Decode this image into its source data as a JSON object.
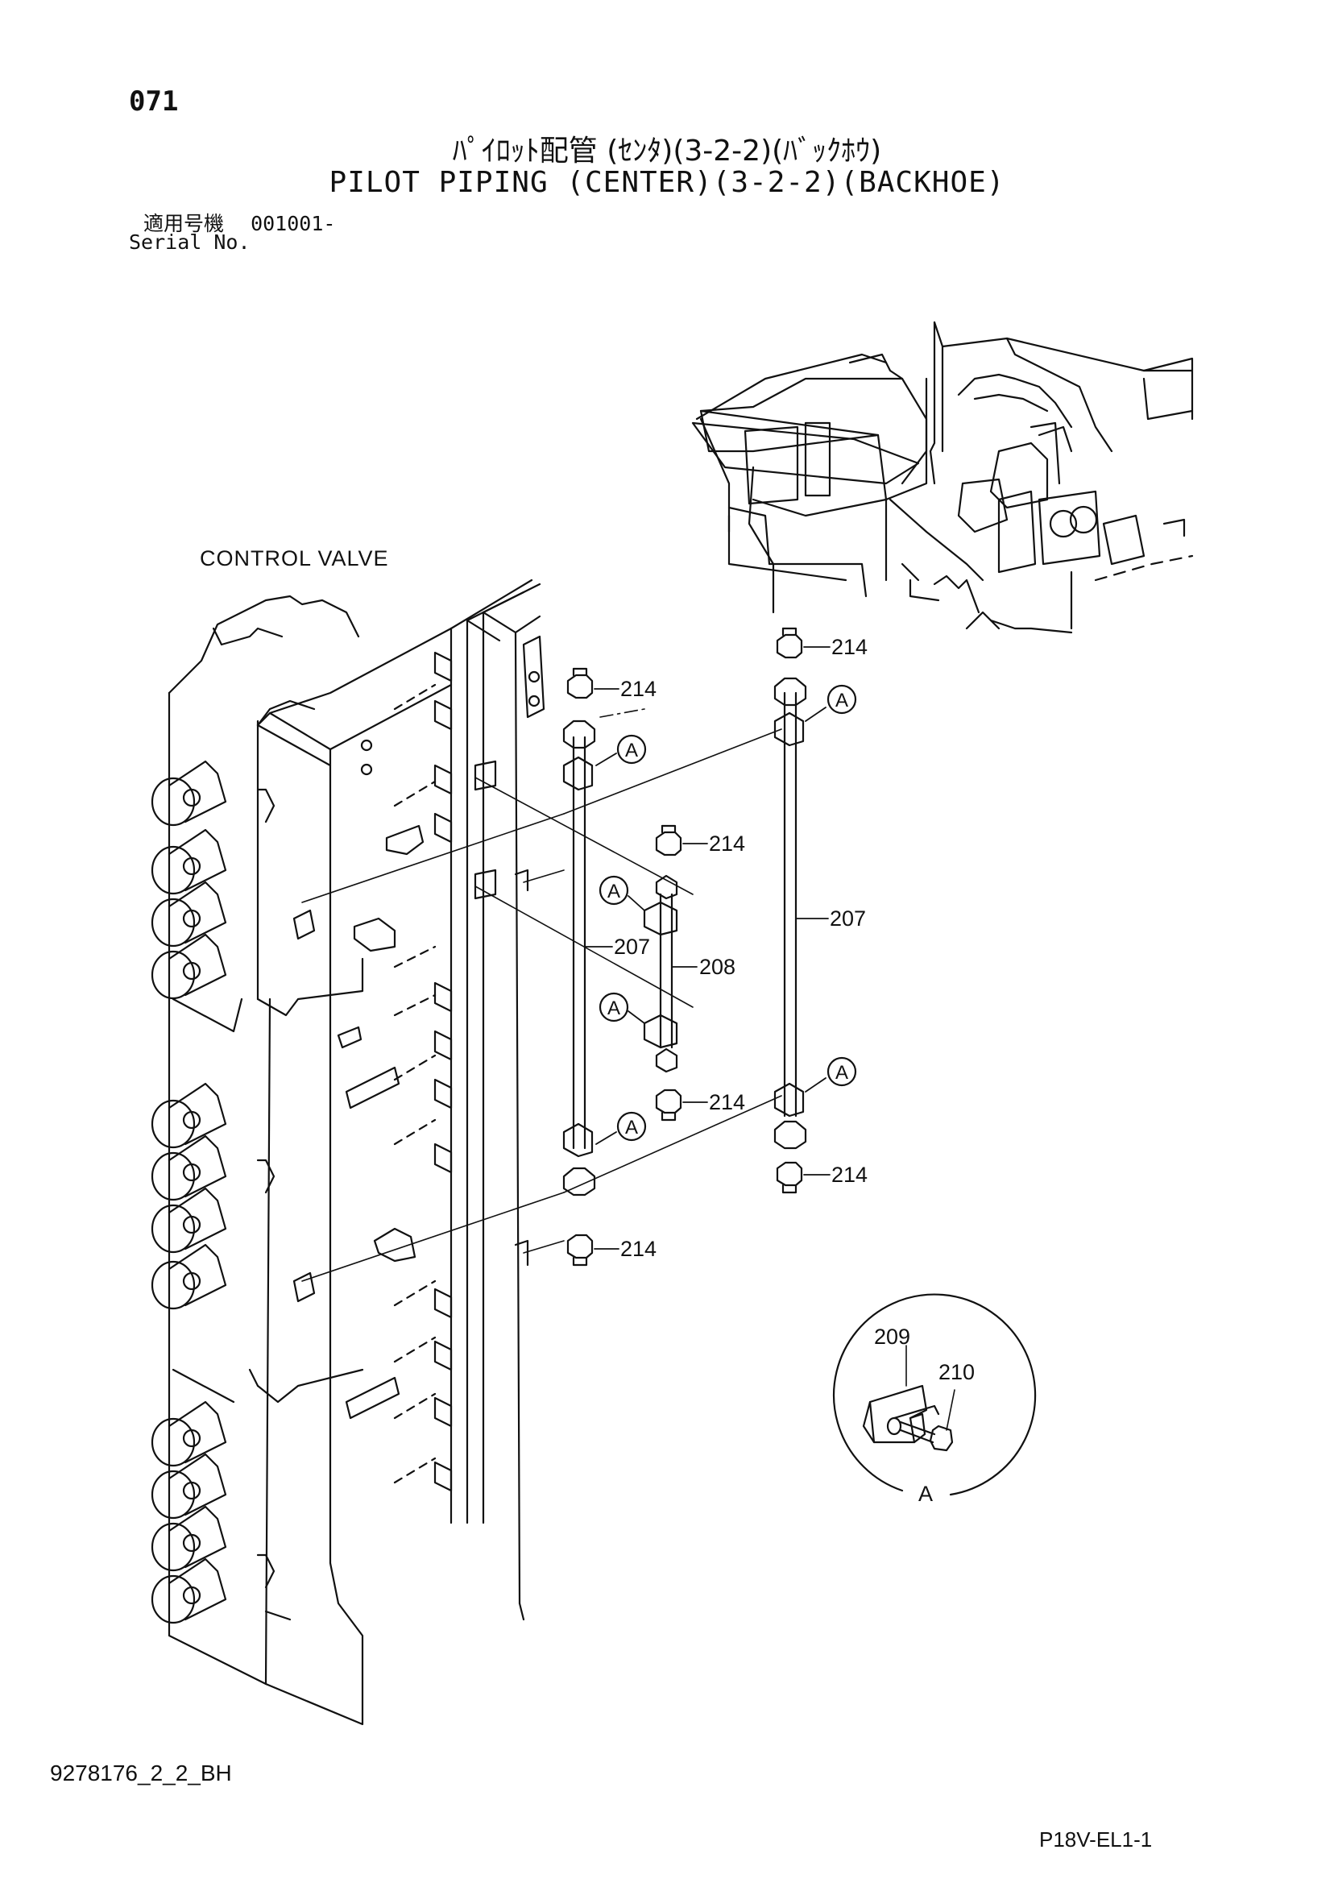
{
  "header": {
    "page_number": "071",
    "title_japanese": "ﾊﾟｲﾛｯﾄ配管 (ｾﾝﾀ)(3-2-2)(ﾊﾞｯｸﾎｳ)",
    "title_english": "PILOT PIPING (CENTER)(3-2-2)(BACKHOE)",
    "serial_label_japanese": "適用号機",
    "serial_value": "001001-",
    "serial_label_english": "Serial No."
  },
  "labels": {
    "component": "CONTROL VALVE",
    "detail_view": "A",
    "detail_marker": "A"
  },
  "callouts": {
    "p207": "207",
    "p208": "208",
    "p209": "209",
    "p210": "210",
    "p214": "214"
  },
  "footer": {
    "document_code": "9278176_2_2_BH",
    "page_code": "P18V-EL1-1"
  }
}
